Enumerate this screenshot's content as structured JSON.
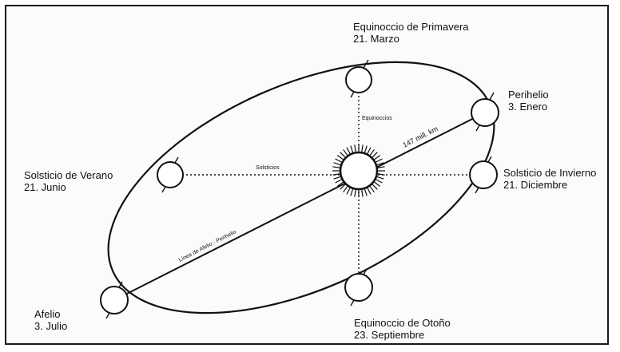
{
  "labels": {
    "spring_equinox": {
      "line1": "Equinoccio de Primavera",
      "line2": "21. Marzo"
    },
    "perihelion": {
      "line1": "Perihelio",
      "line2": "3. Enero"
    },
    "winter_solstice": {
      "line1": "Solsticio de Invierno",
      "line2": "21. Diciembre"
    },
    "summer_solstice": {
      "line1": "Solsticio de Verano",
      "line2": "21. Junio"
    },
    "aphelion": {
      "line1": "Afelio",
      "line2": "3. Julio"
    },
    "autumn_equinox": {
      "line1": "Equinoccio de Otoño",
      "line2": "23. Septiembre"
    }
  },
  "inner_labels": {
    "equinox_axis": "Equinoccios",
    "solstice_axis": "Solsticios",
    "distance": "147 mill. km",
    "apsides_line": "Línea de Afelio - Perihelio"
  }
}
